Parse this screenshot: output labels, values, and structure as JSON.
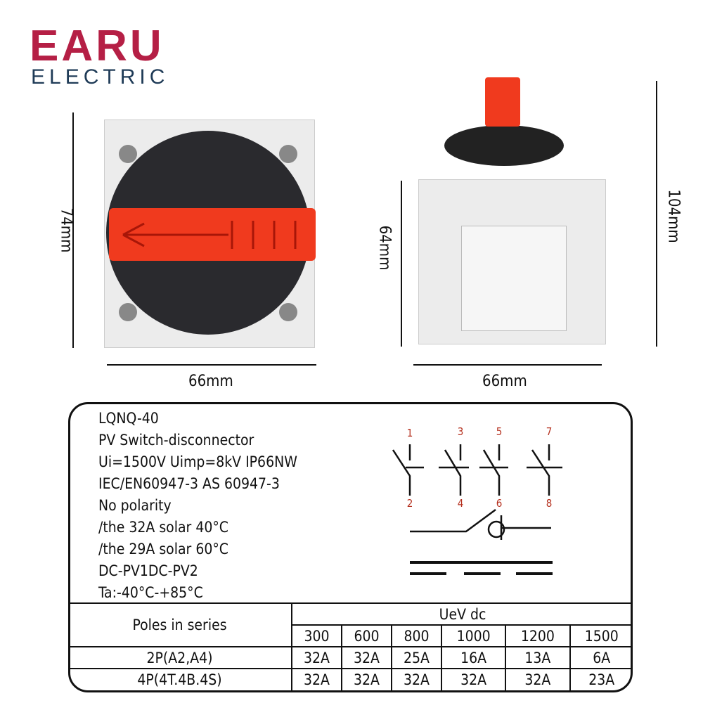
{
  "brand": {
    "name": "EARU",
    "sub": "ELECTRIC",
    "color": "#b51f45",
    "sub_color": "#1f3b57"
  },
  "dimensions": {
    "front_height": "74mm",
    "front_width": "66mm",
    "side_height_body": "64mm",
    "side_height_total": "104mm",
    "side_width": "66mm"
  },
  "specs": [
    "LQNQ-40",
    "PV Switch-disconnector",
    "Ui=1500V Uimp=8kV IP66NW",
    "IEC/EN60947-3 AS 60947-3",
    "No polarity",
    "/the 32A solar 40°C",
    "/the 29A solar 60°C",
    "DC-PV1DC-PV2",
    "Ta:-40°C-+85°C"
  ],
  "terminals": {
    "top": [
      "1",
      "3",
      "5",
      "7"
    ],
    "bottom": [
      "2",
      "4",
      "6",
      "8"
    ],
    "color": "#b5301e"
  },
  "table": {
    "row_header": "Poles in series",
    "col_header": "UeV dc",
    "voltages": [
      "300",
      "600",
      "800",
      "1000",
      "1200",
      "1500"
    ],
    "rows": [
      {
        "label": "2P(A2,A4)",
        "values": [
          "32A",
          "32A",
          "25A",
          "16A",
          "13A",
          "6A"
        ]
      },
      {
        "label": "4P(4T.4B.4S)",
        "values": [
          "32A",
          "32A",
          "32A",
          "32A",
          "32A",
          "23A"
        ]
      }
    ]
  }
}
